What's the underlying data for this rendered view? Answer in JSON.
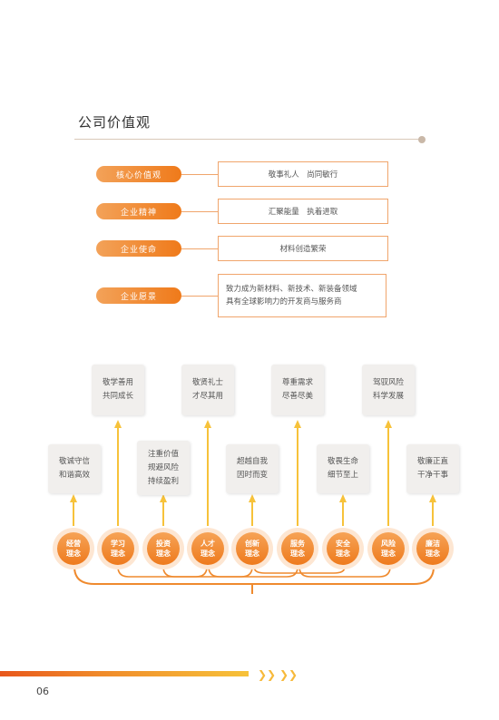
{
  "section_title": "公司价值观",
  "values": [
    {
      "label": "核心价值观",
      "text": "敬事礼人　尚同敏行"
    },
    {
      "label": "企业精神",
      "text": "汇聚能量　执着进取"
    },
    {
      "label": "企业使命",
      "text": "材料创造繁荣"
    },
    {
      "label": "企业愿景",
      "text": "致力成为新材料、新技术、新装备领域\n具有全球影响力的开发商与服务商"
    }
  ],
  "concepts": [
    {
      "label": "经营\n理念",
      "text": "敬诚守信\n和谐高效"
    },
    {
      "label": "学习\n理念",
      "text": "敬学善用\n共同成长"
    },
    {
      "label": "投资\n理念",
      "text": "注重价值\n规避风险\n持续盈利"
    },
    {
      "label": "人才\n理念",
      "text": "敬贤礼士\n才尽其用"
    },
    {
      "label": "创新\n理念",
      "text": "超越自我\n因时而变"
    },
    {
      "label": "服务\n理念",
      "text": "尊重需求\n尽善尽美"
    },
    {
      "label": "安全\n理念",
      "text": "敬畏生命\n细节至上"
    },
    {
      "label": "风险\n理念",
      "text": "驾驭风险\n科学发展"
    },
    {
      "label": "廉洁\n理念",
      "text": "敬廉正直\n干净干事"
    }
  ],
  "page_number": "06",
  "colors": {
    "accent": "#ef7a1a",
    "arrow": "#f7c23a",
    "card": "#f1efed"
  }
}
